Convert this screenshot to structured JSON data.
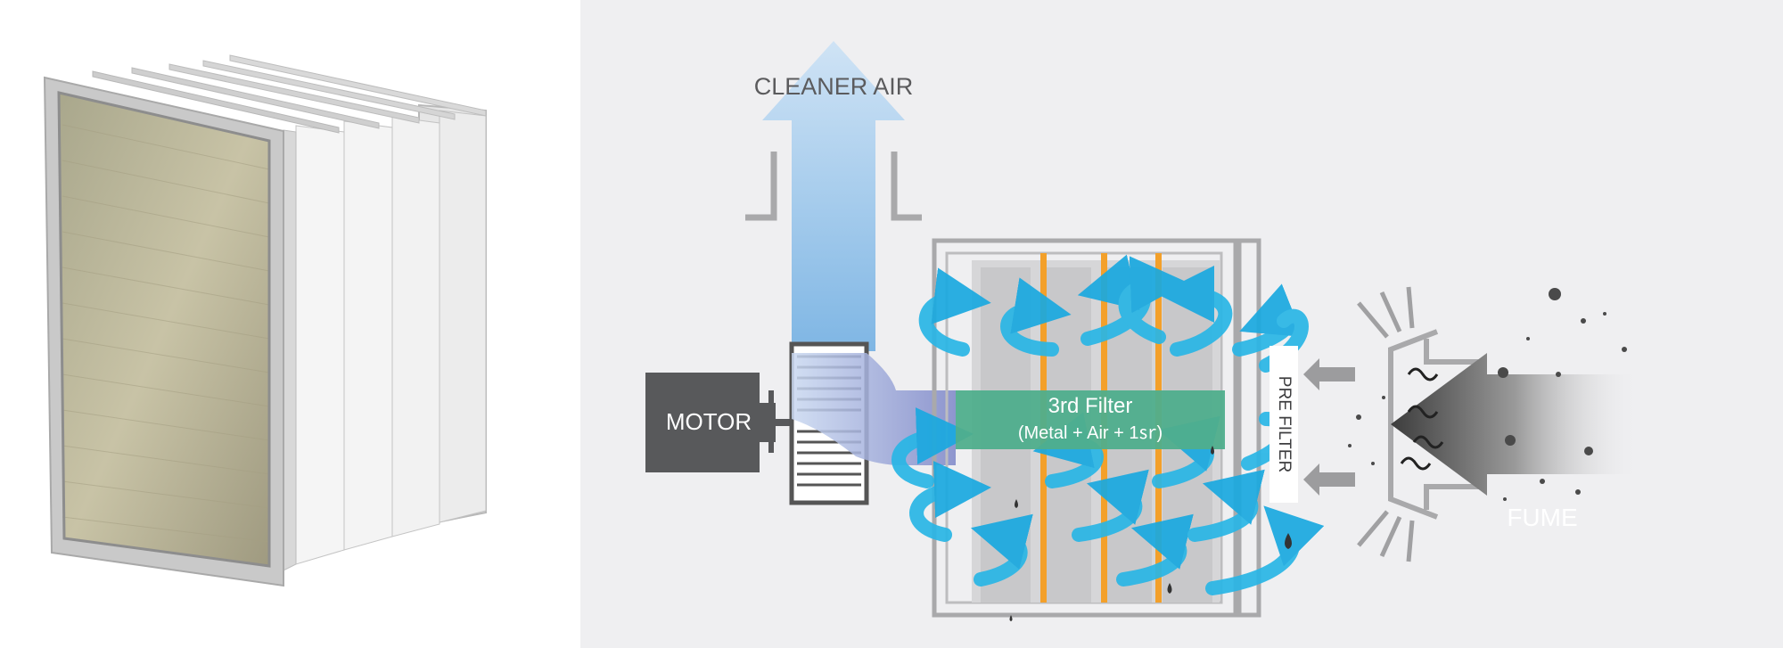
{
  "diagram": {
    "labels": {
      "cleaner_air": "CLEANER AIR",
      "motor": "MOTOR",
      "third_filter_title": "3rd Filter",
      "third_filter_detail": "(Metal + Air + 1㏛)",
      "pre_filter": "PRE FILTER",
      "fume": "FUME"
    },
    "icons": {
      "filter_product": "filter-cartridge-stack",
      "airflow": "swirl-arrow",
      "exhaust": "up-arrow",
      "intake": "right-to-left-arrow"
    },
    "colors": {
      "airflow_blue": "#29b6e6",
      "exhaust_blue": "#8fc3e8",
      "filter_green": "#4fae8c",
      "media_orange": "#f3a02a",
      "motor_gray": "#58595b",
      "fume_gray": "#7a7a7a"
    }
  }
}
